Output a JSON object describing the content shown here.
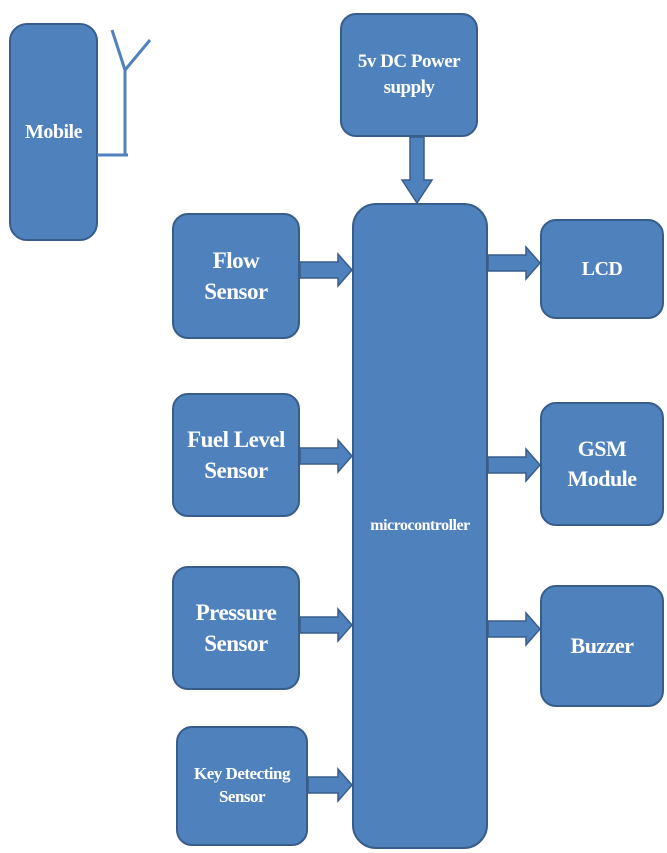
{
  "diagram": {
    "mobile": "Mobile",
    "power_supply": {
      "line1": "5v DC Power",
      "line2": "supply"
    },
    "microcontroller": "microcontroller",
    "inputs": [
      {
        "line1": "Flow",
        "line2": "Sensor"
      },
      {
        "line1": "Fuel Level",
        "line2": "Sensor"
      },
      {
        "line1": "Pressure",
        "line2": "Sensor"
      },
      {
        "line1": "Key Detecting",
        "line2": "Sensor"
      }
    ],
    "outputs": [
      {
        "line1": "LCD"
      },
      {
        "line1": "GSM",
        "line2": "Module"
      },
      {
        "line1": "Buzzer"
      }
    ]
  },
  "colors": {
    "block_fill": "#4f81bd",
    "block_border": "#385d8a",
    "text": "#ffffff"
  }
}
